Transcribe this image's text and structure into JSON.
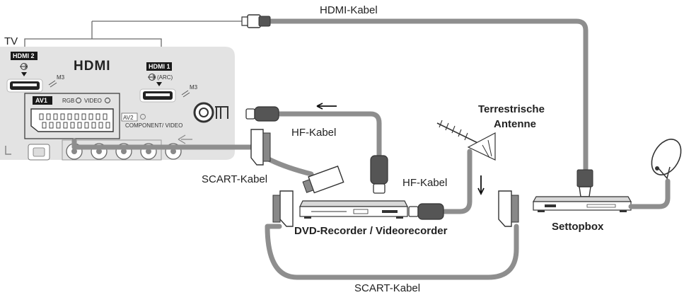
{
  "labels": {
    "tv": "TV",
    "hdmi_logo": "HDMI",
    "hdmi2": "HDMI 2",
    "hdmi1": "HDMI 1",
    "arc": "(ARC)",
    "m3": "M3",
    "av1": "AV1",
    "rgb": "RGB",
    "video": "VIDEO",
    "av2": "AV2",
    "component_video": "COMPONENT/ VIDEO",
    "hdmi_kabel": "HDMI-Kabel",
    "hf_kabel_1": "HF-Kabel",
    "hf_kabel_2": "HF-Kabel",
    "scart_kabel_1": "SCART-Kabel",
    "scart_kabel_2": "SCART-Kabel",
    "terrestrische": "Terrestrische",
    "antenne": "Antenne",
    "dvd_recorder": "DVD-Recorder / Videorecorder",
    "settopbox": "Settopbox"
  }
}
